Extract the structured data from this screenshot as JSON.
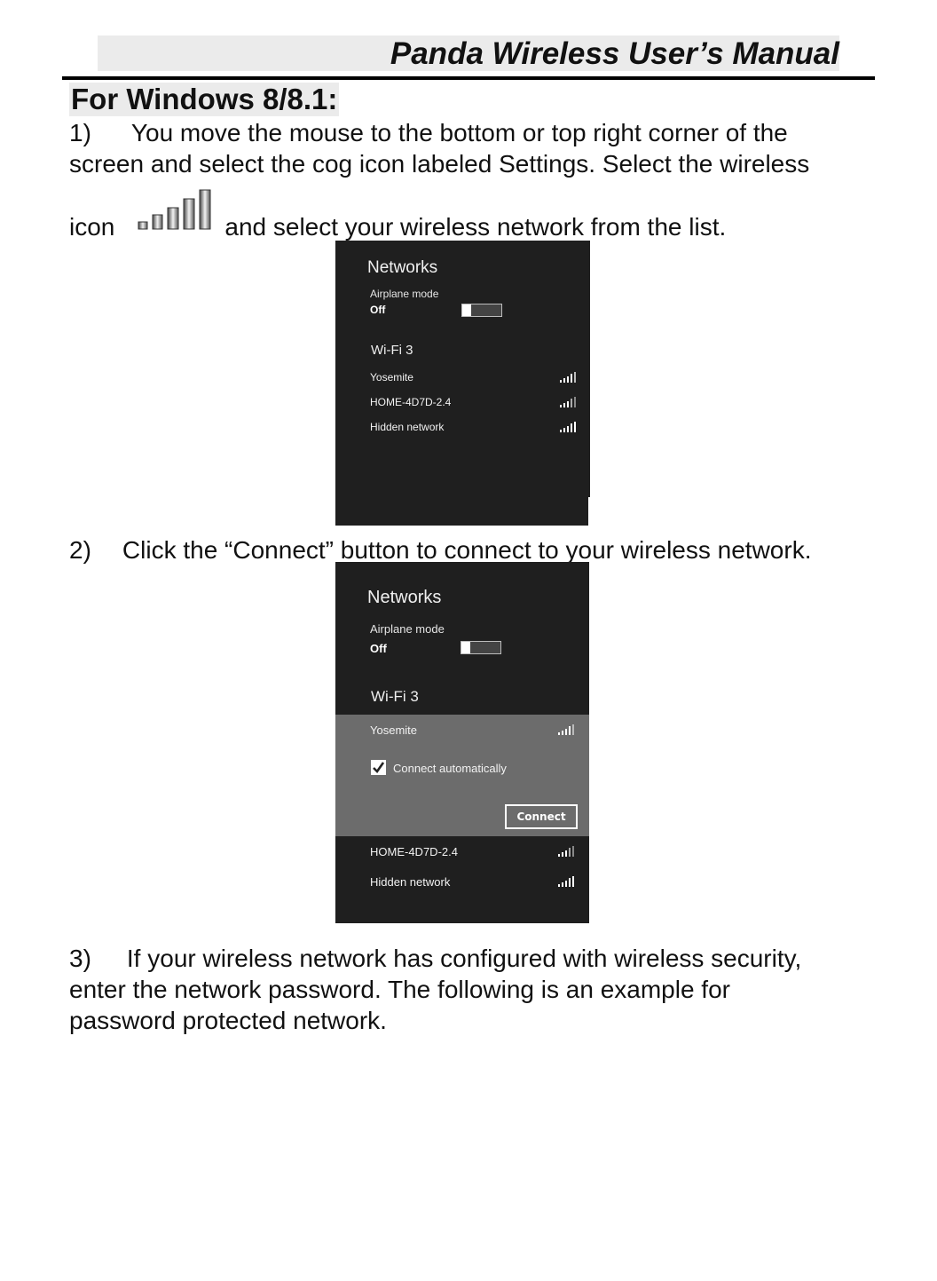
{
  "header": {
    "title": "Panda Wireless User’s Manual"
  },
  "section": {
    "title": "For Windows 8/8.1:"
  },
  "step1": {
    "number": "1)",
    "line1": "You move the mouse to the bottom or top right corner of the",
    "line2": "screen and select the cog icon labeled Settings. Select the wireless",
    "line3_before": "icon",
    "line3_after": "and select your wireless network from the list.",
    "icon": "wifi-signal-icon"
  },
  "panel1": {
    "title": "Networks",
    "airplane_label": "Airplane mode",
    "airplane_state": "Off",
    "wifi_heading": "Wi-Fi 3",
    "networks": [
      "Yosemite",
      "HOME-4D7D-2.4",
      "Hidden network"
    ]
  },
  "step2": {
    "number": "2)",
    "text": "Click the “Connect” button to connect to your wireless network."
  },
  "panel2": {
    "title": "Networks",
    "airplane_label": "Airplane mode",
    "airplane_state": "Off",
    "wifi_heading": "Wi-Fi 3",
    "selected_network": "Yosemite",
    "connect_auto_label": "Connect automatically",
    "connect_auto_checked": true,
    "connect_button": "Connect",
    "other_networks": [
      "HOME-4D7D-2.4",
      "Hidden network"
    ]
  },
  "step3": {
    "number": "3)",
    "line1": "If your wireless network has configured with wireless security,",
    "line2": "enter the network password. The following is an example for",
    "line3": "password protected network."
  }
}
